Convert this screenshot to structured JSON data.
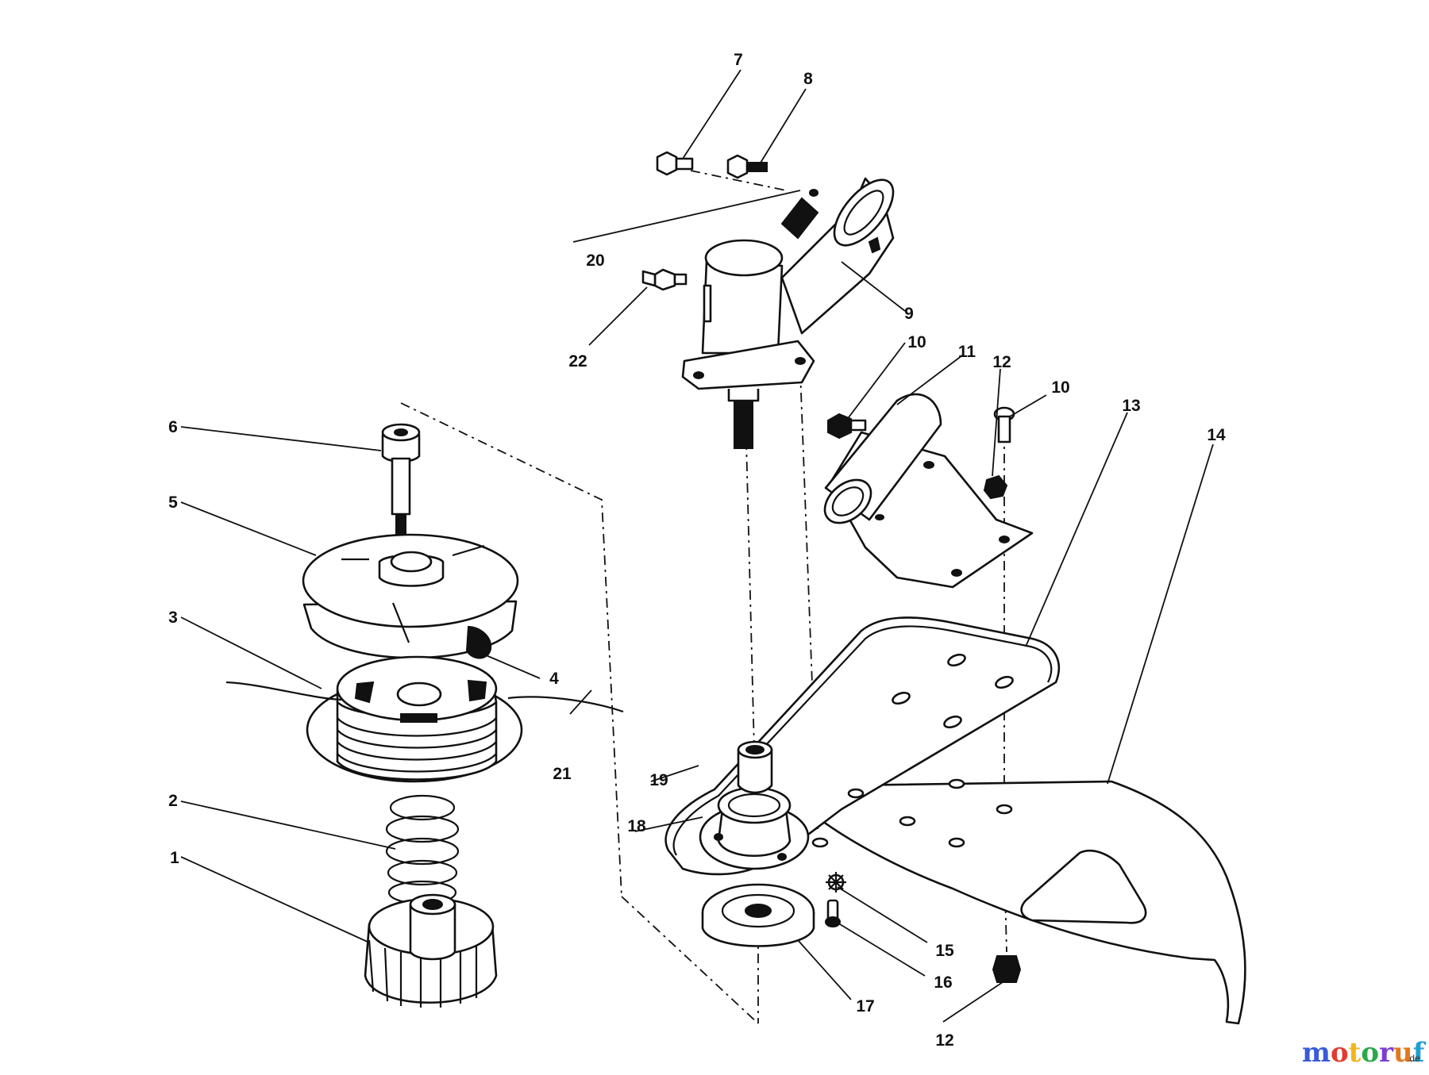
{
  "labels": {
    "l1": "1",
    "l2": "2",
    "l3": "3",
    "l4": "4",
    "l5": "5",
    "l6": "6",
    "l7": "7",
    "l8": "8",
    "l9": "9",
    "l10a": "10",
    "l10b": "10",
    "l11": "11",
    "l12a": "12",
    "l12b": "12",
    "l13": "13",
    "l14": "14",
    "l15": "15",
    "l16": "16",
    "l17": "17",
    "l18": "18",
    "l19": "19",
    "l20": "20",
    "l21": "21",
    "l22": "22"
  },
  "watermark": {
    "brand": "motoruf",
    "suffix": ".de",
    "colors": [
      "#3a5bd9",
      "#e33b2f",
      "#f2b51c",
      "#2aa84a",
      "#7a3fd1",
      "#e07a1f",
      "#1f9fd1"
    ]
  }
}
